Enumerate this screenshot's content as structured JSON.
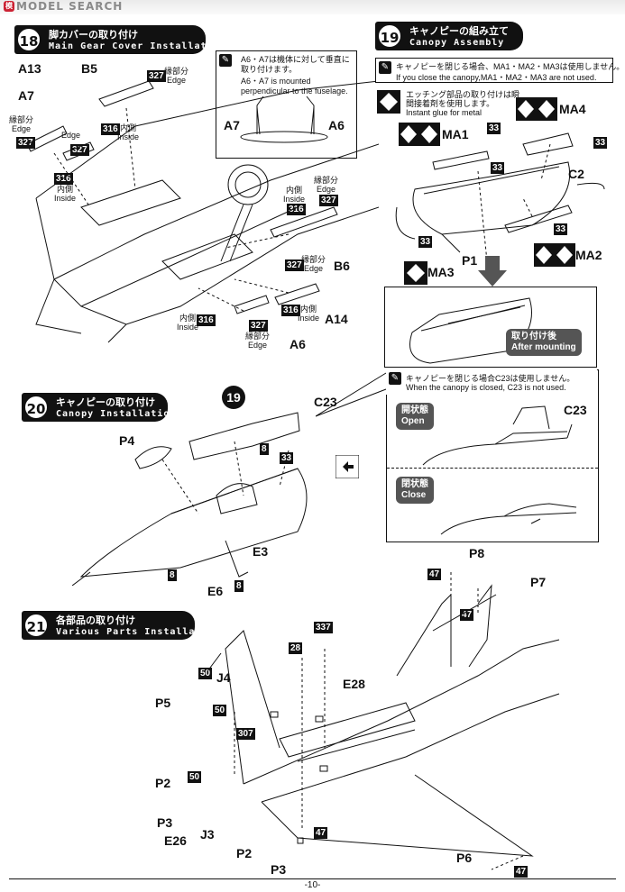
{
  "watermark": {
    "text": "MODEL SEARCH"
  },
  "step18": {
    "number": "18",
    "title_jp": "脚カバーの取り付け",
    "title_en": "Main Gear Cover Installation",
    "note_jp": "A6・A7は機体に対して垂直に取り付けます。",
    "note_en": "A6・A7 is mounted perpendicular to the fuselage.",
    "parts": [
      "A13",
      "B5",
      "A7",
      "A7",
      "A6",
      "B6",
      "A14",
      "A6"
    ],
    "edge_jp": "縁部分",
    "edge_en": "Edge",
    "inside_jp": "内側",
    "inside_en": "Inside",
    "codes": [
      "327",
      "316"
    ]
  },
  "step19": {
    "number": "19",
    "title_jp": "キャノピーの組み立て",
    "title_en": "Canopy Assembly",
    "note1_jp": "キャノピーを閉じる場合、MA1・MA2・MA3は使用しません。",
    "note1_en": "If you close the canopy,MA1・MA2・MA3 are not used.",
    "note2_jp": "エッチング部品の取り付けは瞬間接着剤を使用します。",
    "note2_en": "Instant glue for metal",
    "parts": [
      "MA4",
      "MA1",
      "C2",
      "P1",
      "MA2",
      "MA3"
    ],
    "codes": [
      "33"
    ],
    "after_jp": "取り付け後",
    "after_en": "After mounting"
  },
  "step20": {
    "number": "20",
    "title_jp": "キャノピーの取り付け",
    "title_en": "Canopy Installation",
    "note_jp": "キャノピーを閉じる場合C23は使用しません。",
    "note_en": "When the canopy is closed, C23 is not used.",
    "parts": [
      "19",
      "C23",
      "P4",
      "E3",
      "E6"
    ],
    "codes": [
      "8",
      "33"
    ],
    "open_jp": "開状態",
    "open_en": "Open",
    "close_jp": "閉状態",
    "close_en": "Close",
    "c23": "C23"
  },
  "step21": {
    "number": "21",
    "title_jp": "各部品の取り付け",
    "title_en": "Various Parts Installation",
    "parts": [
      "P8",
      "P7",
      "P5",
      "J4",
      "E28",
      "P2",
      "P3",
      "E26",
      "J3",
      "P2",
      "P3",
      "P6"
    ],
    "codes": [
      "47",
      "47",
      "50",
      "50",
      "50",
      "307",
      "28",
      "337",
      "47",
      "47"
    ]
  },
  "footer": {
    "page": "-10-"
  }
}
